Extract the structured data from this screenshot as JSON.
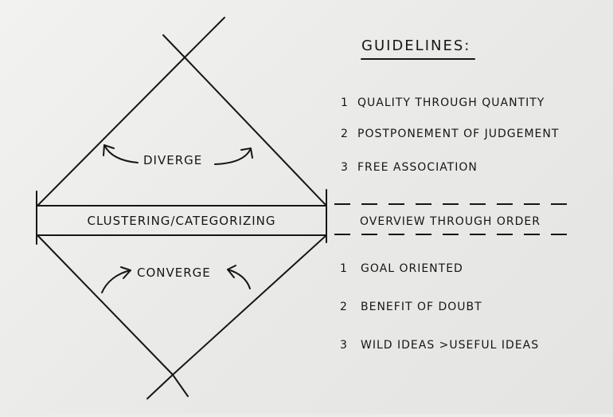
{
  "diagram": {
    "guidelines_heading": "GUIDELINES:",
    "diverge_label": "DIVERGE",
    "converge_label": "CONVERGE",
    "center_label": "CLUSTERING/CATEGORIZING",
    "overview_label": "OVERVIEW THROUGH ORDER",
    "diverge_guidelines": [
      {
        "num": "1",
        "text": "QUALITY THROUGH QUANTITY"
      },
      {
        "num": "2",
        "text": "POSTPONEMENT OF JUDGEMENT"
      },
      {
        "num": "3",
        "text": "FREE ASSOCIATION"
      }
    ],
    "converge_guidelines": [
      {
        "num": "1",
        "text": "GOAL ORIENTED"
      },
      {
        "num": "2",
        "text": "BENEFIT OF DOUBT"
      },
      {
        "num": "3",
        "text": "WILD IDEAS >USEFUL IDEAS"
      }
    ]
  }
}
